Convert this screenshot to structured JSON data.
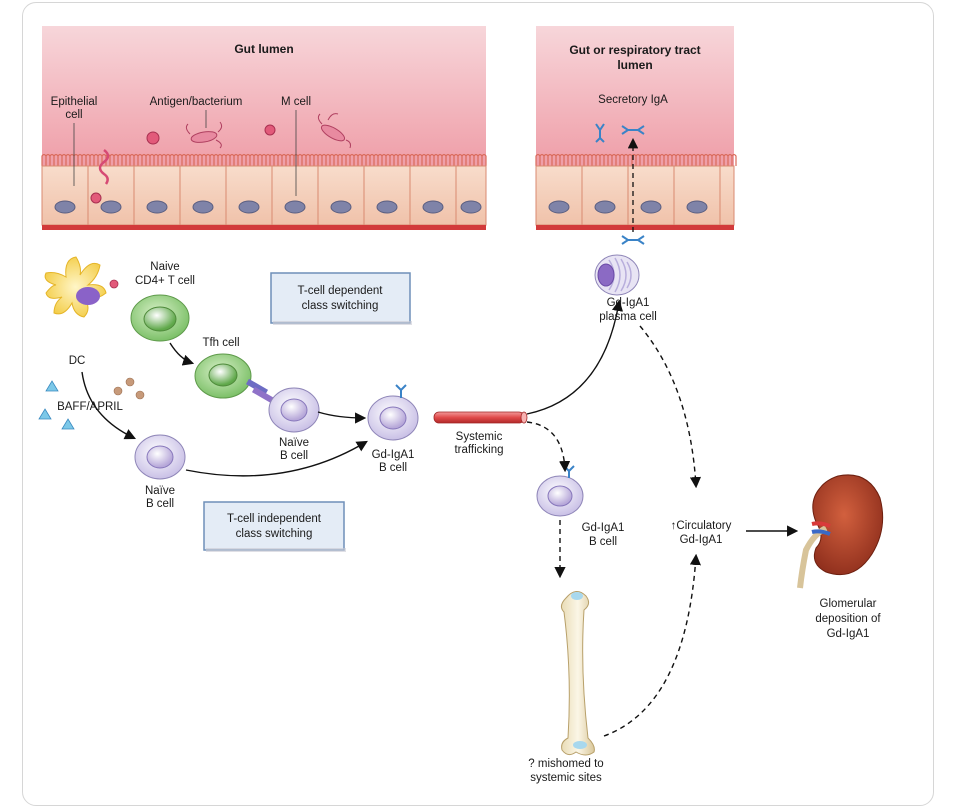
{
  "gut_panel": {
    "title": "Gut lumen",
    "epithelial_label": [
      "Epithelial",
      "cell"
    ],
    "antigen_label": "Antigen/bacterium",
    "mcell_label": "M cell"
  },
  "resp_panel": {
    "title": [
      "Gut or respiratory tract",
      "lumen"
    ],
    "secretory_label": "Secretory IgA"
  },
  "cells": {
    "naive_cd4": [
      "Naive",
      "CD4+ T cell"
    ],
    "tfh": "Tfh cell",
    "dc": "DC",
    "baff": "BAFF/APRIL",
    "naive_b_right": [
      "Naïve",
      "B cell"
    ],
    "naive_b_left": [
      "Naïve",
      "B cell"
    ],
    "gd_b_cell": [
      "Gd-IgA1",
      "B cell"
    ],
    "systemic": [
      "Systemic",
      "trafficking"
    ],
    "plasma": [
      "Gd-IgA1",
      "plasma cell"
    ],
    "gd_b_cell2": [
      "Gd-IgA1",
      "B cell"
    ],
    "circulatory": [
      "↑Circulatory",
      "Gd-IgA1"
    ],
    "kidney": [
      "Glomerular",
      "deposition of",
      "Gd-IgA1"
    ],
    "mishomed": [
      "? mishomed to",
      "systemic sites"
    ]
  },
  "boxes": {
    "t_dependent": [
      "T-cell dependent",
      "class switching"
    ],
    "t_independent": [
      "T-cell independent",
      "class switching"
    ]
  },
  "colors": {
    "lumen_top": "#f4c9cf",
    "epithelium": "#f2b9a4",
    "basement": "#d23a3a",
    "nucleus": "#8a8aa8",
    "b_cell": "#dcd6ee",
    "tfh_green": "#8cc87a",
    "box_fill": "#e4ecf6",
    "box_border": "#6f8fb8",
    "antibody": "#3a83c7"
  }
}
